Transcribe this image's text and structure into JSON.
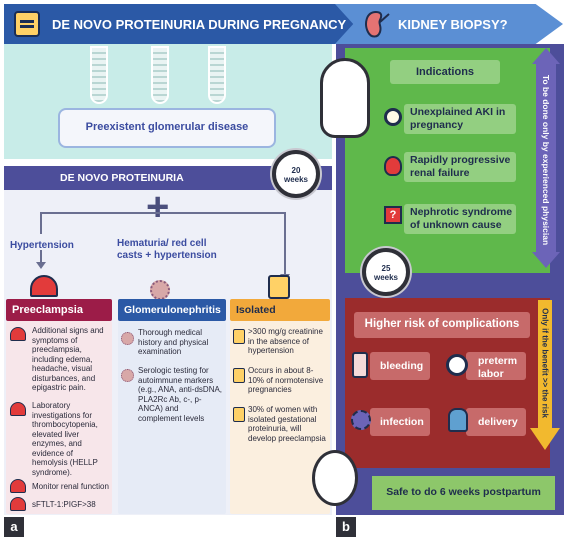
{
  "header": {
    "left_title": "DE NOVO PROTEINURIA DURING PREGNANCY",
    "right_title": "KIDNEY BIOPSY?"
  },
  "panel_a": {
    "preexisting_label": "Preexistent glomerular disease",
    "band_label": "DE NOVO PROTEINURIA",
    "clock": {
      "number": "20",
      "unit": "weeks"
    },
    "branches": {
      "hypertension": "Hypertension",
      "hematuria_line1": "Hematuria/ red cell",
      "hematuria_line2": "casts + hypertension"
    },
    "columns": [
      {
        "title": "Preeclampsia",
        "items": [
          "Additional signs and symptoms of preeclampsia, including edema, headache, visual disturbances, and epigastric pain.",
          "Laboratory investigations for thrombocytopenia, elevated liver enzymes, and evidence of hemolysis (HELLP syndrome).",
          "Monitor renal function",
          "sFTLT-1:PIGF>38"
        ]
      },
      {
        "title": "Glomerulonephritis",
        "items": [
          "Thorough medical history and physical examination",
          "Serologic testing for autoimmune markers (e.g., ANA, anti-dsDNA, PLA2Rc Ab, c-, p-ANCA) and complement levels"
        ]
      },
      {
        "title": "Isolated proteinuria",
        "items": [
          ">300 mg/g creatinine in the absence of hypertension",
          "Occurs in about 8-10% of normotensive pregnancies",
          "30% of women with isolated gestational proteinuria, will develop preeclampsia"
        ]
      }
    ]
  },
  "panel_b": {
    "indications_title": "Indications",
    "indications": [
      "Unexplained AKI in pregnancy",
      "Rapidly progressive renal failure",
      "Nephrotic syndrome of unknown cause"
    ],
    "vertical_label": "To be done only by experienced physician",
    "clock": {
      "number": "25",
      "unit": "weeks"
    },
    "complications_title": "Higher risk of complications",
    "complications": [
      "bleeding",
      "preterm labor",
      "infection",
      "delivery"
    ],
    "risk_label": "Only if the benefit >> the risk",
    "safe_label": "Safe to do 6 weeks postpartum"
  },
  "panel_tags": {
    "a": "a",
    "b": "b"
  },
  "colors": {
    "header_dark": "#2b59a6",
    "header_light": "#5b8fd4",
    "preeclampsia": "#9c1c48",
    "glomerulonephritis": "#2b59a6",
    "isolated": "#f2a93b",
    "indications_bg": "#5fb84b",
    "complications_bg": "#9b2c2c",
    "band": "#4d4e9a"
  },
  "icons": [
    "document-icon",
    "kidney-icon",
    "alarm-icon",
    "virus-icon",
    "magnifier-icon",
    "fire-icon",
    "puzzle-icon",
    "clock-icon",
    "blood-bag-icon",
    "timer-icon",
    "baby-icon",
    "pregnant-woman-icon",
    "mother-baby-icon"
  ]
}
